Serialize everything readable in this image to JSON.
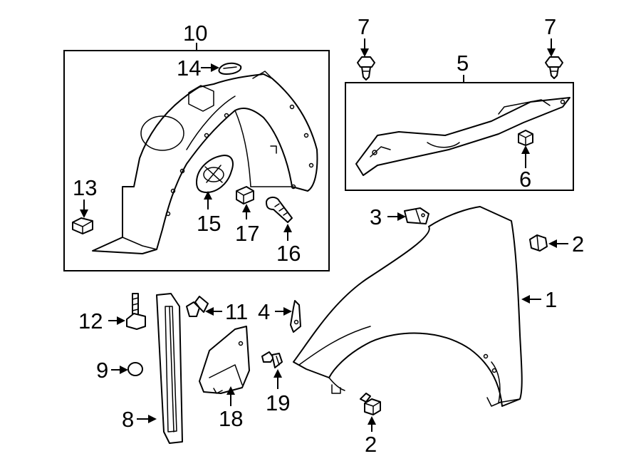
{
  "callouts": {
    "c1": "1",
    "c2a": "2",
    "c2b": "2",
    "c3": "3",
    "c4": "4",
    "c5": "5",
    "c6": "6",
    "c7a": "7",
    "c7b": "7",
    "c8": "8",
    "c9": "9",
    "c10": "10",
    "c11": "11",
    "c12": "12",
    "c13": "13",
    "c14": "14",
    "c15": "15",
    "c16": "16",
    "c17": "17",
    "c18": "18",
    "c19": "19"
  }
}
